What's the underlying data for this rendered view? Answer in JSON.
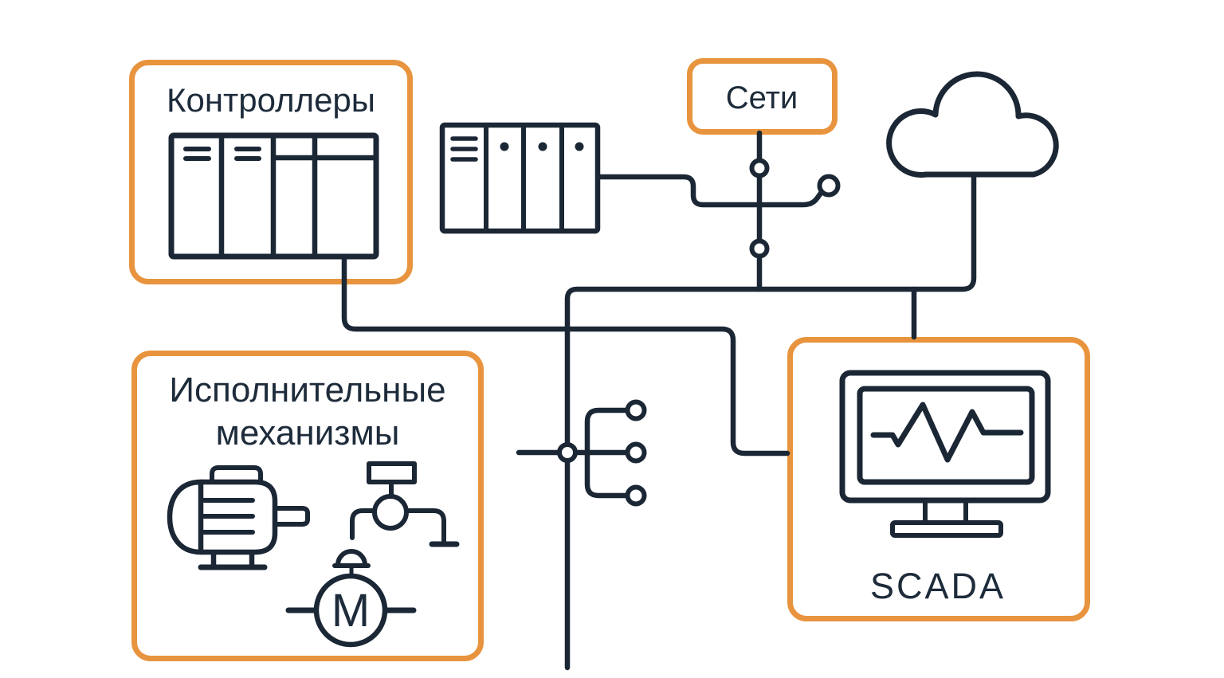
{
  "boxes": {
    "controllers": {
      "label": "Контроллеры"
    },
    "networks": {
      "label": "Сети"
    },
    "actuators": {
      "label_line1": "Исполнительные",
      "label_line2": "механизмы"
    },
    "scada": {
      "label": "SCADA"
    }
  },
  "icons": {
    "motor_letter": "M",
    "controllers_icon": "plc-rack-icon",
    "network_device_icon": "plc-modules-icon",
    "cloud": "cloud-icon",
    "scada_icon": "monitor-waveform-icon",
    "actuator_icons": [
      "electric-motor-icon",
      "valve-icon",
      "motor-m-icon"
    ]
  },
  "colors": {
    "accent_orange": "#E8943E",
    "line_dark": "#1B2735",
    "text_dark": "#1D2B3A",
    "background": "#FFFFFF"
  }
}
